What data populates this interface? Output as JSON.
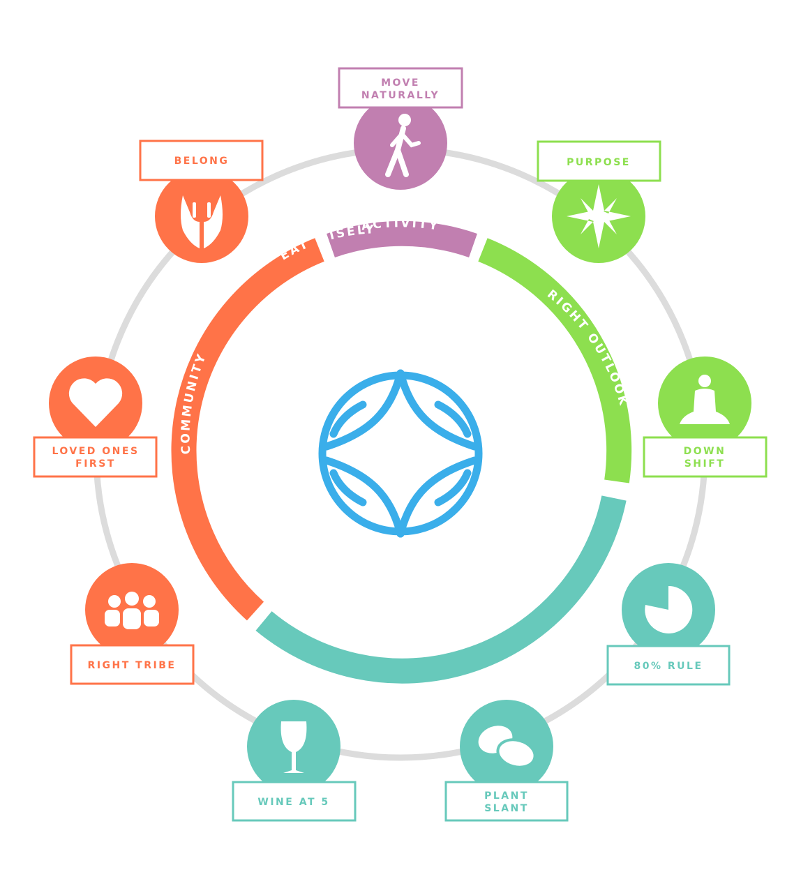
{
  "colors": {
    "activity": "#c17fb0",
    "outlook": "#8ddf4f",
    "eat": "#67c9bb",
    "community": "#ff7348",
    "ring": "#dcdcdc",
    "logo": "#3aaeea"
  },
  "segments": {
    "activity": "ACTIVITY",
    "outlook": "RIGHT OUTLOOK",
    "eat": "EAT WISELY",
    "community": "COMMUNITY"
  },
  "items": {
    "move": {
      "line1": "MOVE",
      "line2": "NATURALLY",
      "icon": "walking-person-icon"
    },
    "purpose": {
      "line1": "PURPOSE",
      "icon": "compass-star-icon"
    },
    "downshift": {
      "line1": "DOWN",
      "line2": "SHIFT",
      "icon": "meditation-icon"
    },
    "rule80": {
      "line1": "80% RULE",
      "icon": "pie-icon"
    },
    "plant": {
      "line1": "PLANT",
      "line2": "SLANT",
      "icon": "beans-icon"
    },
    "wine": {
      "line1": "WINE AT 5",
      "icon": "wine-glass-icon"
    },
    "tribe": {
      "line1": "RIGHT TRIBE",
      "icon": "group-icon"
    },
    "loved": {
      "line1": "LOVED ONES",
      "line2": "FIRST",
      "icon": "heart-icon"
    },
    "belong": {
      "line1": "BELONG",
      "icon": "hands-icon"
    }
  }
}
